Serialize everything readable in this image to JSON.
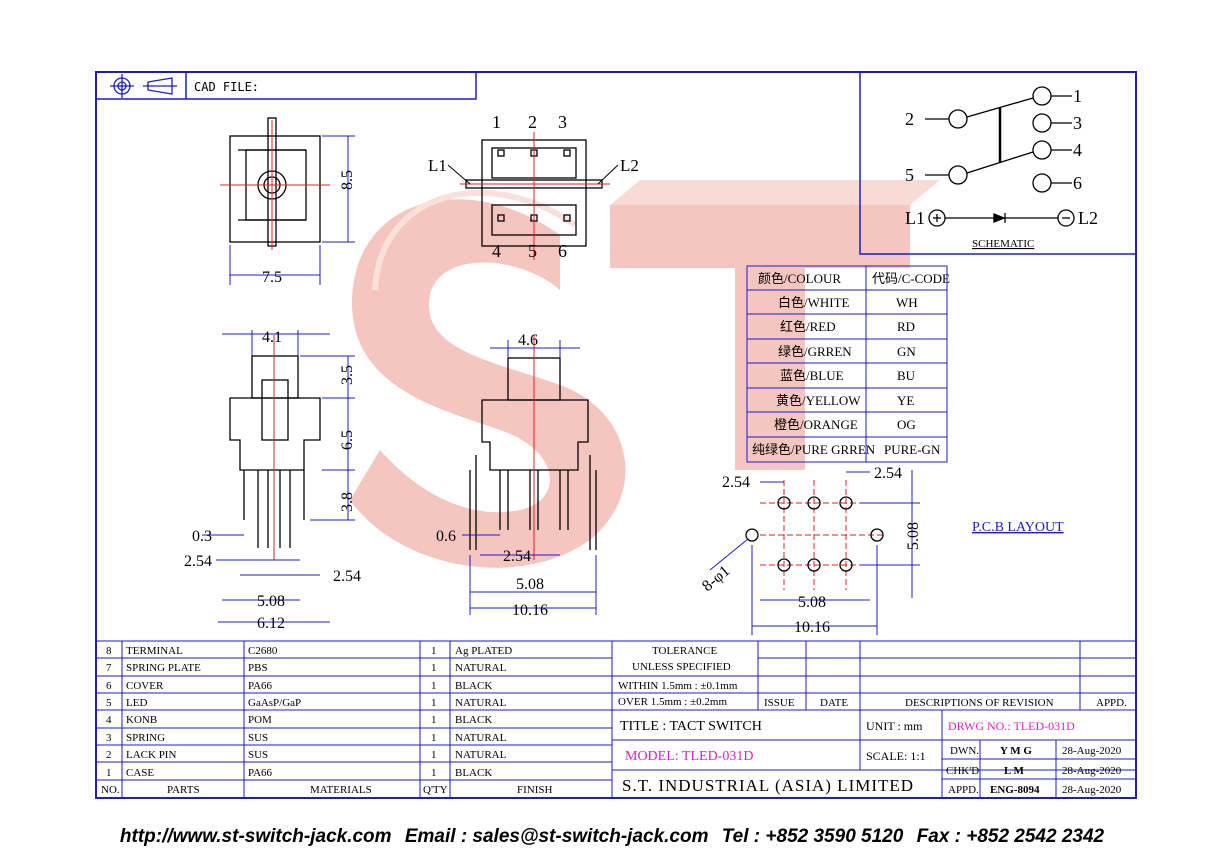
{
  "cad_file_label": "CAD FILE:",
  "watermark": "ST",
  "views": {
    "top": {
      "pins_top": [
        "1",
        "2",
        "3"
      ],
      "pins_bottom": [
        "4",
        "5",
        "6"
      ],
      "l1": "L1",
      "l2": "L2"
    },
    "dims": {
      "d85": "8.5",
      "d75": "7.5",
      "d41": "4.1",
      "d35": "3.5",
      "d65": "6.5",
      "d38": "3.8",
      "d03": "0.3",
      "d254a": "2.54",
      "d254b": "2.54",
      "d508a": "5.08",
      "d612": "6.12",
      "d46": "4.6",
      "d06": "0.6",
      "d254c": "2.54",
      "d508b": "5.08",
      "d1016a": "10.16",
      "p254a": "2.54",
      "p254b": "2.54",
      "p508v": "5.08",
      "p8d1": "8-φ1",
      "p508h": "5.08",
      "p1016": "10.16"
    }
  },
  "schematic": {
    "title": "SCHEMATIC",
    "pins": [
      "1",
      "2",
      "3",
      "4",
      "5",
      "6"
    ],
    "l1": "L1",
    "l2": "L2"
  },
  "color_table": {
    "headers": [
      "颜色/COLOUR",
      "代码/C-CODE"
    ],
    "rows": [
      [
        "白色/WHITE",
        "WH"
      ],
      [
        "红色/RED",
        "RD"
      ],
      [
        "绿色/GRREN",
        "GN"
      ],
      [
        "蓝色/BLUE",
        "BU"
      ],
      [
        "黄色/YELLOW",
        "YE"
      ],
      [
        "橙色/ORANGE",
        "OG"
      ],
      [
        "纯绿色/PURE GRREN",
        "PURE-GN"
      ]
    ]
  },
  "pcb_layout_label": "P.C.B LAYOUT",
  "bom": {
    "headers": [
      "NO.",
      "PARTS",
      "MATERIALS",
      "Q'TY",
      "FINISH"
    ],
    "rows": [
      [
        "8",
        "TERMINAL",
        "C2680",
        "1",
        "Ag PLATED"
      ],
      [
        "7",
        "SPRING PLATE",
        "PBS",
        "1",
        "NATURAL"
      ],
      [
        "6",
        "COVER",
        "PA66",
        "1",
        "BLACK"
      ],
      [
        "5",
        "LED",
        "GaAsP/GaP",
        "1",
        "NATURAL"
      ],
      [
        "4",
        "KONB",
        "POM",
        "1",
        "BLACK"
      ],
      [
        "3",
        "SPRING",
        "SUS",
        "1",
        "NATURAL"
      ],
      [
        "2",
        "LACK PIN",
        "SUS",
        "1",
        "NATURAL"
      ],
      [
        "1",
        "CASE",
        "PA66",
        "1",
        "BLACK"
      ]
    ]
  },
  "tolerance": {
    "line1": "TOLERANCE",
    "line2": "UNLESS   SPECIFIED",
    "line3": "WITHIN  1.5mm : ±0.1mm",
    "line4": "OVER    1.5mm : ±0.2mm"
  },
  "revision": {
    "issue": "ISSUE",
    "date": "DATE",
    "desc": "DESCRIPTIONS OF REVISION",
    "appd": "APPD."
  },
  "title_block": {
    "title": "TITLE : TACT SWITCH",
    "unit": "UNIT :   mm",
    "drwg_no": "DRWG NO.: TLED-031D",
    "model": "MODEL: TLED-031D",
    "scale": "SCALE:   1:1",
    "company": "S.T. INDUSTRIAL (ASIA) LIMITED",
    "dwn_label": "DWN.",
    "dwn_name": "Y M G",
    "dwn_date": "28-Aug-2020",
    "chk_label": "CHK'D",
    "chk_name": "L M",
    "chk_date": "28-Aug-2020",
    "appd_label": "APPD.",
    "appd_name": "ENG-8094",
    "appd_date": "28-Aug-2020"
  },
  "footer": {
    "url": "http://www.st-switch-jack.com",
    "email": "Email : sales@st-switch-jack.com",
    "tel": "Tel : +852 3590 5120",
    "fax": "Fax : +852 2542 2342"
  },
  "colors": {
    "border": "#1c1ccc",
    "center_line": "#e02020",
    "watermark": "#f4b8b0",
    "highlight": "#e020c0"
  }
}
